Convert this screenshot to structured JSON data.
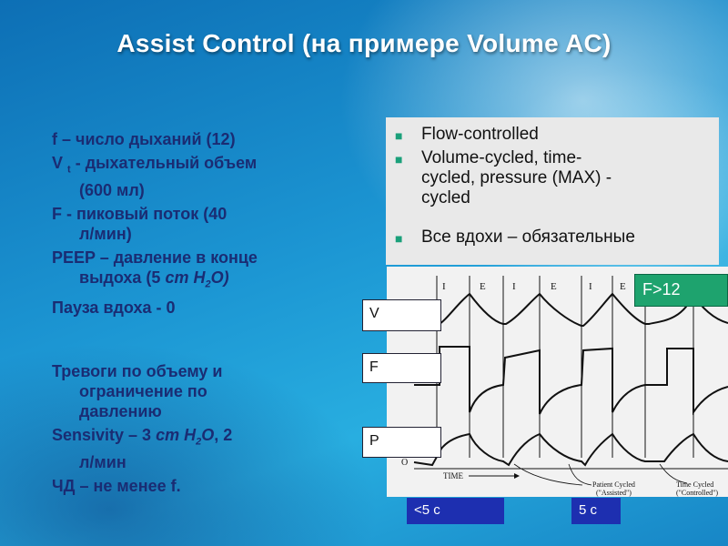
{
  "slide": {
    "title": "Assist Control (на примере Volume AC)",
    "left": {
      "f_line": "f – число дыханий (12)",
      "vt_main": "V",
      "vt_sub": "t",
      "vt_rest": " - дыхательный объем",
      "vt_value": "(600 мл)",
      "peak_flow_1": "F   - пиковый поток (40",
      "peak_flow_2": "л/мин)",
      "peep_1": "PEEP – давление в конце",
      "peep_2a": "выдоха (5 ",
      "peep_2b": "cm H",
      "peep_2sub": "2",
      "peep_2c": "O)",
      "pause": "Пауза вдоха - 0",
      "alarms_1": "Тревоги по объему и",
      "alarms_2": "ограничение по",
      "alarms_3": "давлению",
      "sens_1a": "Sensivity – 3 ",
      "sens_1b": "cm H",
      "sens_1sub": "2",
      "sens_1c": "O",
      "sens_1d": ", 2",
      "sens_2": "л/мин",
      "rr": "ЧД – не менее f."
    },
    "box": {
      "item1": "Flow-controlled",
      "item2_1": "Volume-cycled, time-",
      "item2_2": "cycled, pressure (MAX) -",
      "item2_3": "cycled",
      "item3": "Все вдохи – обязательные"
    },
    "figure": {
      "phase_I": "I",
      "phase_E": "E",
      "v_label": "V",
      "f_label": "F",
      "p_label": "P",
      "zero": "O",
      "time": "TIME",
      "patient_1": "Patient Cycled",
      "patient_2": "(\"Assisted\")",
      "time_cycled_1": "Time Cycled",
      "time_cycled_2": "(\"Controlled\")",
      "freq_badge": "F>12",
      "lt5": "<5 с",
      "five": "5 с"
    }
  }
}
